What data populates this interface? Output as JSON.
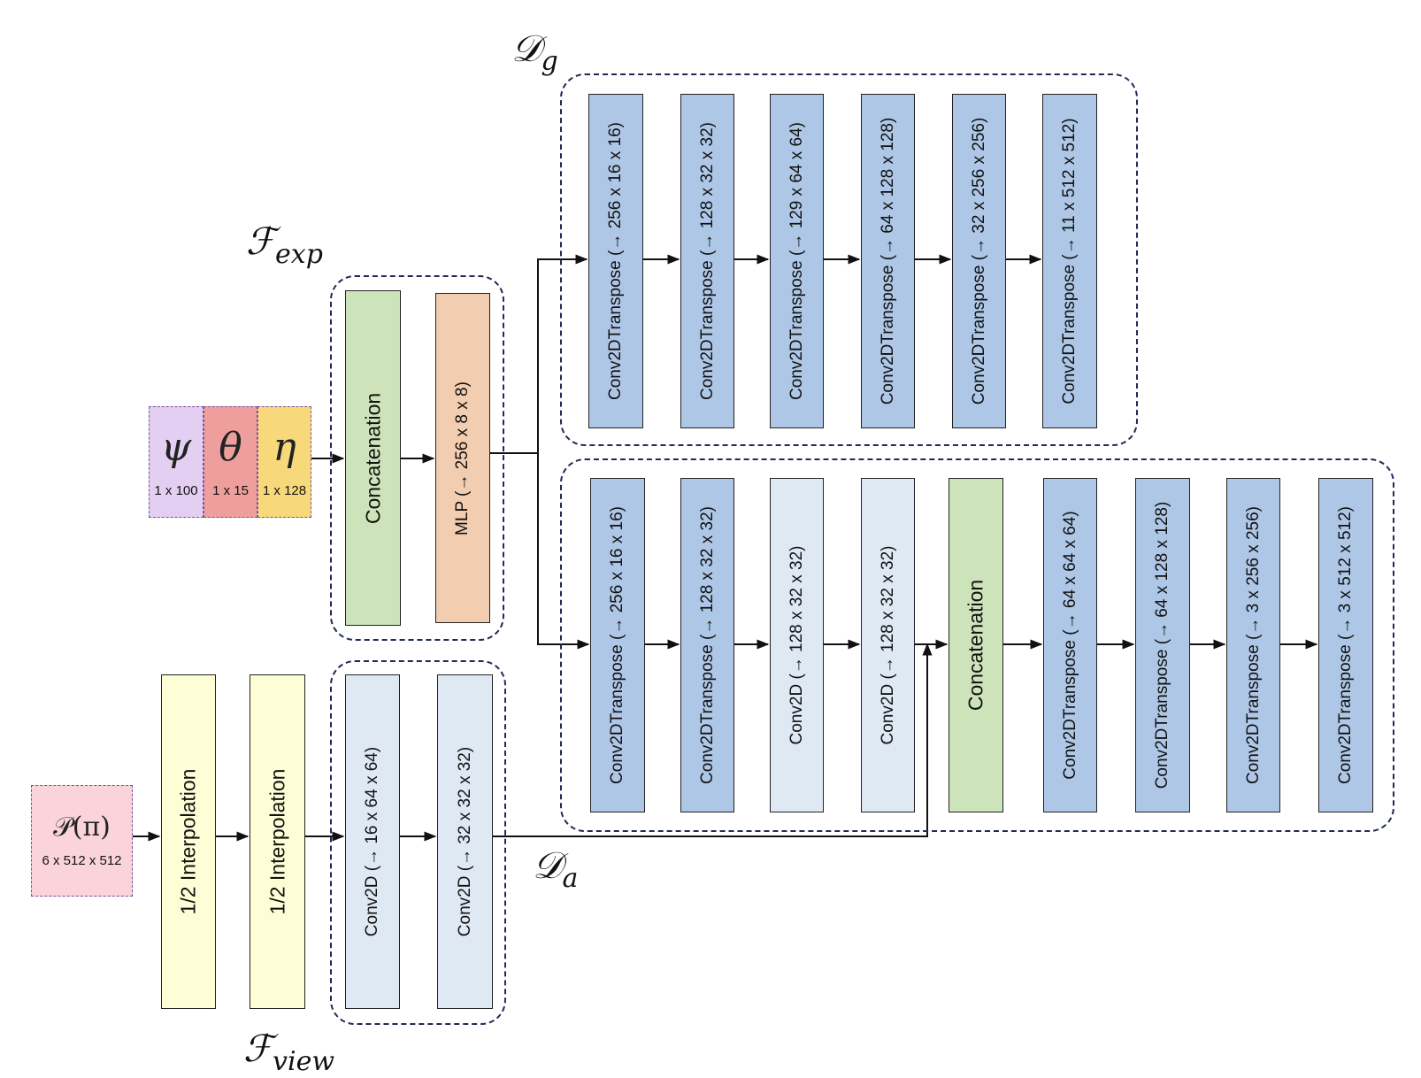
{
  "colors": {
    "psi": "#e2cff2",
    "theta": "#ee9e9c",
    "eta": "#f7d97b",
    "p_pi": "#fad3db",
    "concat": "#cde3b9",
    "mlp": "#f3cdb0",
    "interp": "#fefed6",
    "conv2dtranspose": "#aec7e6",
    "conv2d": "#dfe9f4",
    "group_border": "#1f2a55"
  },
  "inputs": {
    "psi": {
      "symbol": "ψ",
      "dim": "1 x 100"
    },
    "theta": {
      "symbol": "θ",
      "dim": "1 x 15"
    },
    "eta": {
      "symbol": "η",
      "dim": "1 x 128"
    },
    "p_pi": {
      "symbol": "𝒫(π)",
      "dim": "6 x 512 x 512"
    }
  },
  "groups": {
    "f_exp": {
      "main": "ℱ",
      "sub": "exp"
    },
    "f_view": {
      "main": "ℱ",
      "sub": "view"
    },
    "d_g": {
      "main": "𝒟",
      "sub": "g"
    },
    "d_a": {
      "main": "𝒟",
      "sub": "a"
    }
  },
  "f_exp": {
    "blocks": [
      "Concatenation",
      "MLP (→ 256 x 8 x 8)"
    ]
  },
  "f_view": {
    "interp": [
      "1/2 Interpolation",
      "1/2 Interpolation"
    ],
    "blocks": [
      "Conv2D (→ 16 x 64 x 64)",
      "Conv2D (→ 32 x 32 x 32)"
    ]
  },
  "d_g": {
    "blocks": [
      "Conv2DTranspose (→  256 x 16 x 16)",
      "Conv2DTranspose (→ 128 x  32 x 32)",
      "Conv2DTranspose (→ 129 x 64 x 64)",
      "Conv2DTranspose (→ 64 x 128 x 128)",
      "Conv2DTranspose (→ 32 x  256 x 256)",
      "Conv2DTranspose (→ 11 x  512 x 512)"
    ]
  },
  "d_a": {
    "blocks": [
      "Conv2DTranspose (→ 256 x 16 x 16)",
      "Conv2DTranspose (→ 128 x 32 x 32)",
      "Conv2D (→ 128 x 32 x 32)",
      "Conv2D (→ 128 x 32 x 32)",
      "Concatenation",
      "Conv2DTranspose (→  64 x 64 x 64)",
      "Conv2DTranspose (→ 64 x 128 x 128)",
      "Conv2DTranspose (→ 3 x 256 x 256)",
      "Conv2DTranspose (→ 3 x 512 x 512)"
    ]
  }
}
